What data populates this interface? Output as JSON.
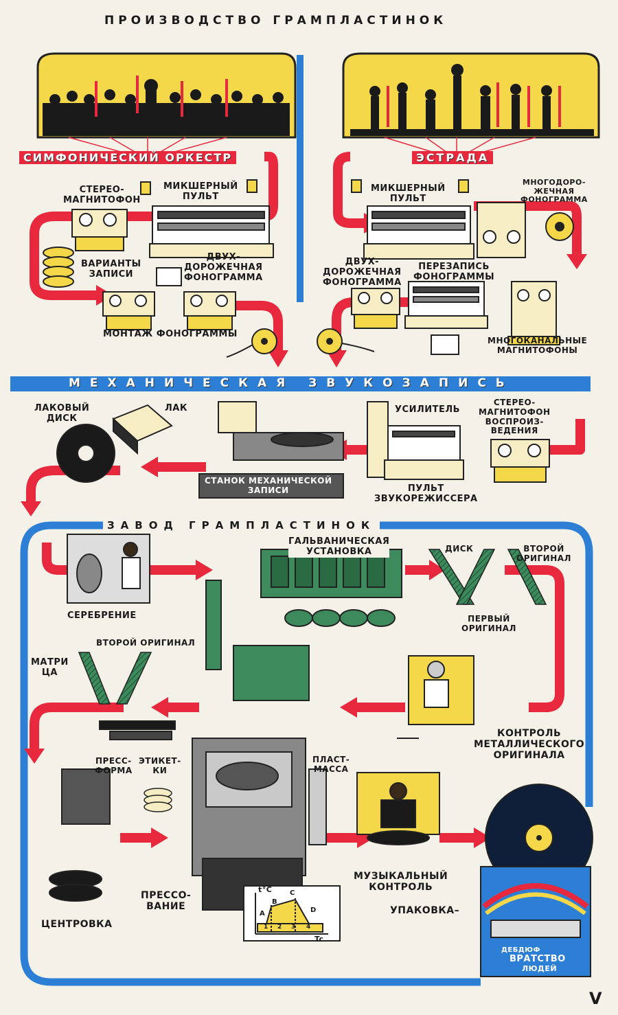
{
  "title": "ПРОИЗВОДСТВО ГРАМПЛАСТИНОК",
  "page_number": "V",
  "colors": {
    "flow_red": "#e8283c",
    "section_blue": "#2d7fd6",
    "stage_yellow": "#f5d84a",
    "equipment_cream": "#f7edc4",
    "tank_green": "#3d8a5c",
    "paper": "#f4f1e8"
  },
  "sections": {
    "symphony": "СИМФОНИЧЕСКИЙ ОРКЕСТР",
    "estrada": "ЭСТРАДА",
    "mechanical": "МЕХАНИЧЕСКАЯ ЗВУКОЗАПИСЬ",
    "factory": "ЗАВОД ГРАМПЛАСТИНОК"
  },
  "labels": {
    "stereo_tape": "СТЕРЕО-\nМАГНИТОФОН",
    "mixer_left": "МИКШЕРНЫЙ\nПУЛЬТ",
    "variants": "ВАРИАНТЫ\nЗАПИСИ",
    "two_track_left": "ДВУХ-\nДОРОЖЕЧНАЯ\nФОНОГРАММА",
    "montage": "МОНТАЖ  ФОНОГРАММЫ",
    "mixer_right": "МИКШЕРНЫЙ\nПУЛЬТ",
    "multitrack_phonogram": "МНОГОДОРО-\nЖЕЧНАЯ\nФОНОГРАММА",
    "two_track_right": "ДВУХ-\nДОРОЖЕЧНАЯ\nФОНОГРАММА",
    "rerecording": "ПЕРЕЗАПИСЬ\nФОНОГРАММЫ",
    "multichannel": "МНОГОКАНАЛЬНЫЕ\nМАГНИТОФОНЫ",
    "lacquer_disk": "ЛАКОВЫЙ\nДИСК",
    "lacquer": "ЛАК",
    "lathe": "СТАНОК МЕХАНИЧЕСКОЙ\nЗАПИСИ",
    "amplifier": "УСИЛИТЕЛЬ",
    "console": "ПУЛЬТ\nЗВУКОРЕЖИССЕРА",
    "stereo_playback": "СТЕРЕО-\nМАГНИТОФОН\nВОСПРОИЗ-\nВЕДЕНИЯ",
    "silvering": "СЕРЕБРЕНИЕ",
    "galvanic": "ГАЛЬВАНИЧЕСКАЯ\nУСТАНОВКА",
    "disk": "ДИСК",
    "second_original_right": "ВТОРОЙ\nОРИГИНАЛ",
    "first_original": "ПЕРВЫЙ\nОРИГИНАЛ",
    "matrix": "МАТРИ\nЦА",
    "second_original_left": "ВТОРОЙ ОРИГИНАЛ",
    "control_metal": "КОНТРОЛЬ\nМЕТАЛЛИЧЕСКОГО\nОРИГИНАЛА",
    "press_form": "ПРЕСС-\nФОРМА",
    "labels_item": "ЭТИКЕТ-\nКИ",
    "plastic": "ПЛАСТ-\nМАССА",
    "music_control": "МУЗЫКАЛЬНЫЙ\nКОНТРОЛЬ",
    "centering": "ЦЕНТРОВКА",
    "pressing": "ПРЕССО-\nВАНИЕ",
    "packing": "УПАКОВКА–"
  },
  "graph": {
    "ylabel": "t°C",
    "xlabel": "Tc",
    "phases": [
      "A",
      "B",
      "C",
      "D"
    ],
    "steps": [
      "1",
      "2",
      "3",
      "4"
    ]
  },
  "album": {
    "line1": "ДЕБДЮФ",
    "line2": "ВРАТСТВО",
    "line3": "ЛЮДЕЙ"
  }
}
